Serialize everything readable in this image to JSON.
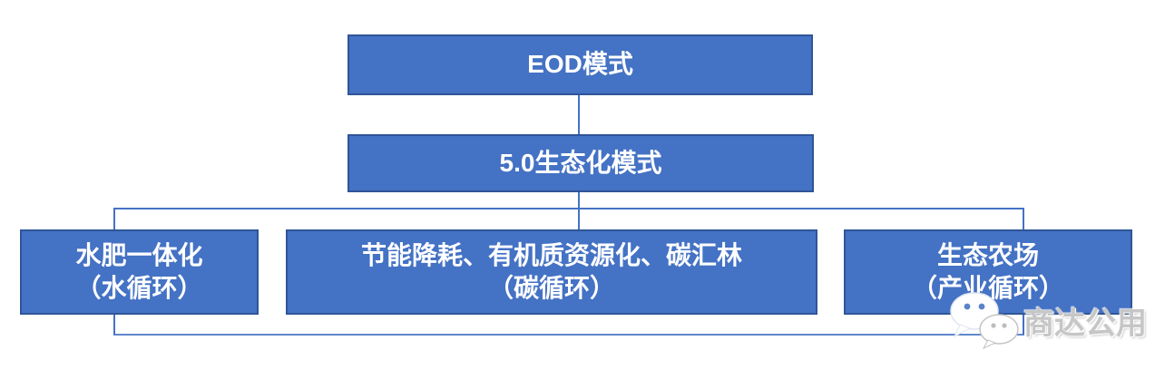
{
  "diagram": {
    "type": "hierarchy",
    "colors": {
      "node_fill": "#4472c4",
      "node_border": "#2f5597",
      "connector": "#4472c4",
      "background": "#ffffff",
      "node_text": "#ffffff"
    },
    "nodes": {
      "root": {
        "label": "EOD模式"
      },
      "level2": {
        "label": "5.0生态化模式"
      },
      "child_left": {
        "line1": "水肥一体化",
        "line2": "（水循环）"
      },
      "child_middle": {
        "line1": "节能降耗、有机质资源化、碳汇林",
        "line2": "（碳循环）"
      },
      "child_right": {
        "line1": "生态农场",
        "line2": "（产业循环）"
      }
    },
    "edges": [
      "root -> level2",
      "level2 -> child_left",
      "level2 -> child_middle",
      "level2 -> child_right",
      "child_left -> child_right (bottom loop)"
    ]
  },
  "watermark": {
    "icon": "wechat-icon",
    "label": "商达公用",
    "text_color": "#c6c6c6"
  }
}
